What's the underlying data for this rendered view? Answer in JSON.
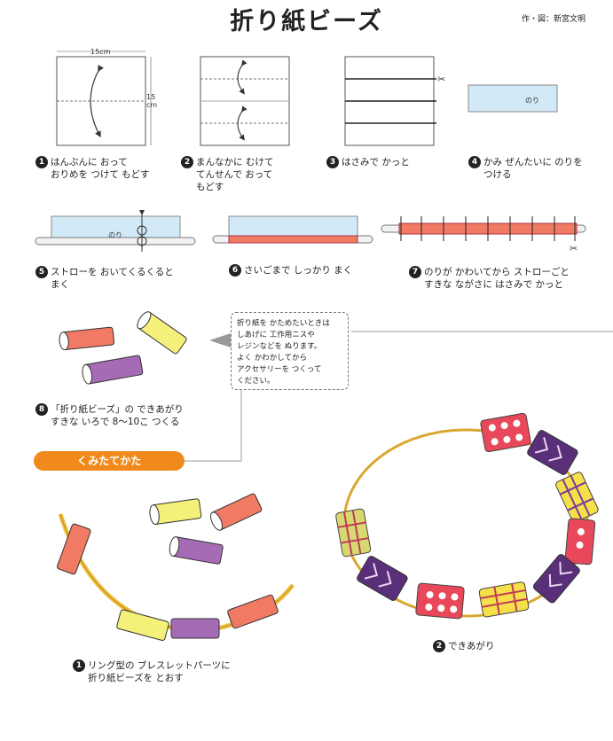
{
  "title": "折り紙ビーズ",
  "credit": "作・図：新宮文明",
  "diagram_labels": {
    "width": "15cm",
    "height_num": "15",
    "height_unit": "cm",
    "glue": "のり"
  },
  "steps": [
    {
      "num": "1",
      "text": "はんぶんに おって\nおりめを つけて もどす"
    },
    {
      "num": "2",
      "text": "まんなかに むけて\nてんせんで おって\nもどす"
    },
    {
      "num": "3",
      "text": "はさみで かっと"
    },
    {
      "num": "4",
      "text": "かみ ぜんたいに のりを\nつける"
    },
    {
      "num": "5",
      "text": "ストローを おいてくるくると\nまく"
    },
    {
      "num": "6",
      "text": "さいごまで しっかり まく"
    },
    {
      "num": "7",
      "text": "のりが かわいてから ストローごと\nすきな ながさに はさみで かっと"
    },
    {
      "num": "8",
      "text": "「折り紙ビーズ」の できあがり\nすきな いろで 8〜10こ つくる"
    }
  ],
  "note": "折り紙を かためたいときは\nしあげに 工作用ニスや\nレジンなどを ぬります。\nよく かわかしてから\nアクセサリーを つくって\nください。",
  "section_title": "くみたてかた",
  "assembly": [
    {
      "num": "1",
      "text": "リング型の ブレスレットパーツに\n折り紙ビーズを とおす"
    },
    {
      "num": "2",
      "text": "できあがり"
    }
  ],
  "colors": {
    "salmon": "#f07a64",
    "yellow": "#f5f07a",
    "purple": "#a66bb5",
    "lightblue": "#d2eaf7",
    "banner": "#f08a1d",
    "gold": "#d8a830"
  }
}
